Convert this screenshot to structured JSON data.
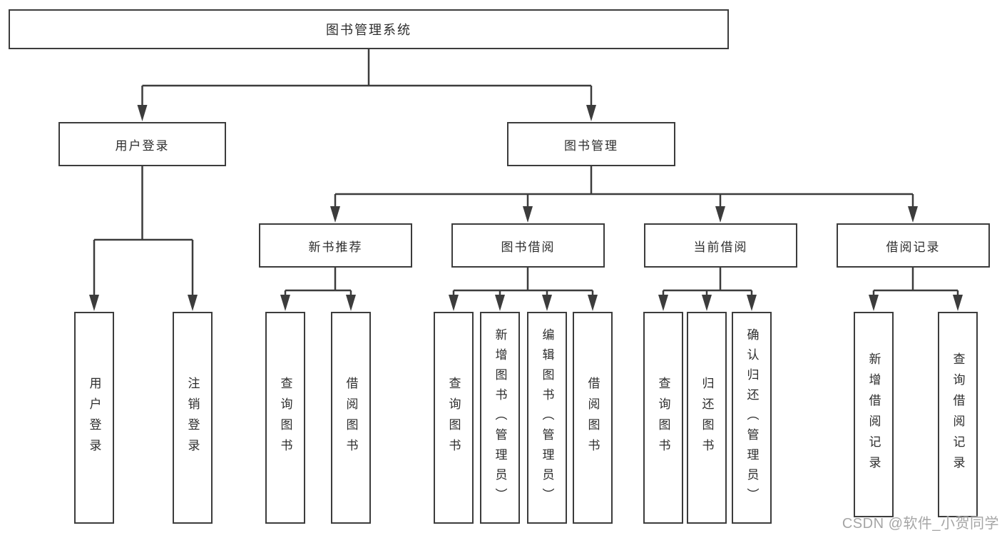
{
  "colors": {
    "line": "#3c3c3c",
    "text": "#2d2d2d",
    "watermark": "#a5a5a5",
    "bg": "#ffffff"
  },
  "watermark": {
    "text": "CSDN @软件_小贺同学"
  },
  "tree": {
    "label": "图书管理系统",
    "children": [
      {
        "label": "用户登录",
        "children": [
          {
            "label": "用户登录"
          },
          {
            "label": "注销登录"
          }
        ]
      },
      {
        "label": "图书管理",
        "children": [
          {
            "label": "新书推荐",
            "children": [
              {
                "label": "查询图书"
              },
              {
                "label": "借阅图书"
              }
            ]
          },
          {
            "label": "图书借阅",
            "children": [
              {
                "label": "查询图书"
              },
              {
                "label": "新增图书（管理员）"
              },
              {
                "label": "编辑图书（管理员）"
              },
              {
                "label": "借阅图书"
              }
            ]
          },
          {
            "label": "当前借阅",
            "children": [
              {
                "label": "查询图书"
              },
              {
                "label": "归还图书"
              },
              {
                "label": "确认归还（管理员）"
              }
            ]
          },
          {
            "label": "借阅记录",
            "children": [
              {
                "label": "新增借阅记录"
              },
              {
                "label": "查询借阅记录"
              }
            ]
          }
        ]
      }
    ]
  }
}
